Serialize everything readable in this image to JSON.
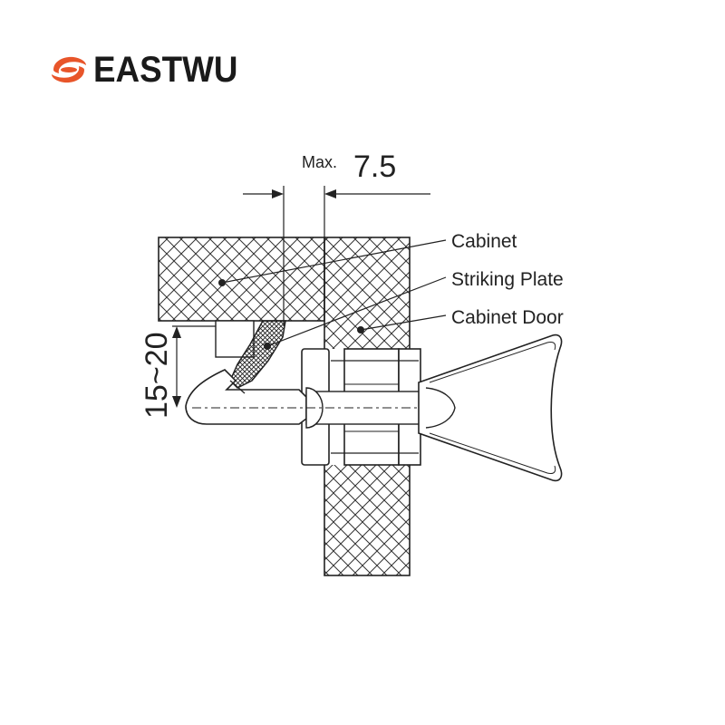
{
  "brand": {
    "name": "EASTWU",
    "logo_icon": "eastwu-swoosh-logo-icon",
    "accent_color": "#e8552a"
  },
  "dimensions": {
    "max_prefix": "Max.",
    "max_value": "7.5",
    "range": "15~20"
  },
  "callouts": {
    "cabinet": "Cabinet",
    "striking_plate": "Striking Plate",
    "cabinet_door": "Cabinet Door"
  }
}
